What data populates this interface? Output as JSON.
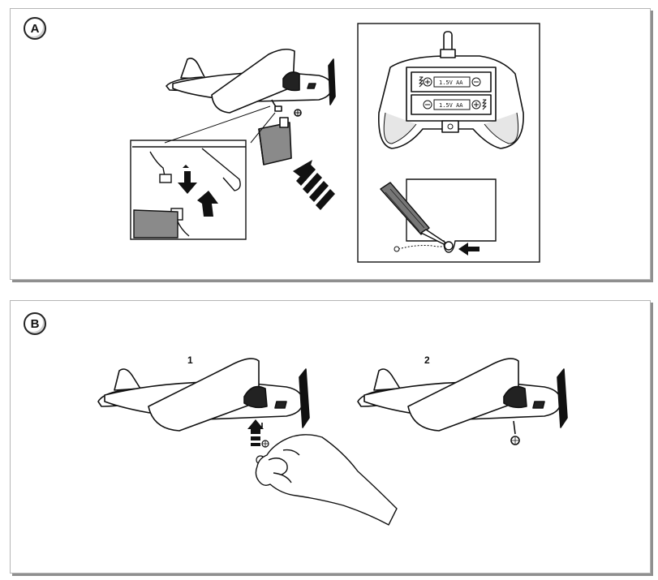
{
  "panels": {
    "a": {
      "badge": "A"
    },
    "b": {
      "badge": "B"
    }
  },
  "steps": {
    "one": "1",
    "two": "2"
  },
  "remote": {
    "battery_top_label": "1.5V AA",
    "battery_bottom_label": "1.5V AA"
  }
}
